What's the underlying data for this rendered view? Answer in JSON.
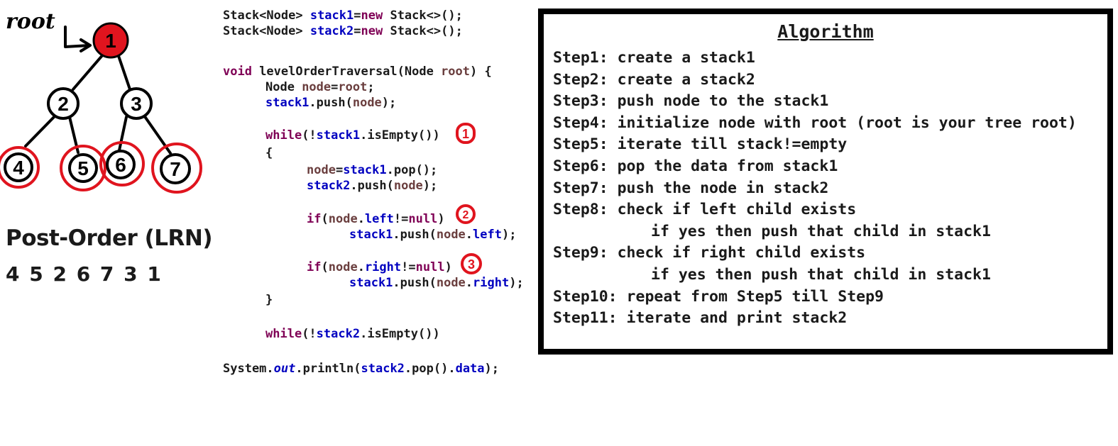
{
  "tree": {
    "root_annotation": "root",
    "nodes": [
      {
        "label": "1",
        "filled": true
      },
      {
        "label": "2",
        "filled": false
      },
      {
        "label": "3",
        "filled": false
      },
      {
        "label": "4",
        "filled": false
      },
      {
        "label": "5",
        "filled": false
      },
      {
        "label": "6",
        "filled": false
      },
      {
        "label": "7",
        "filled": false
      }
    ],
    "edges": [
      [
        "1",
        "2"
      ],
      [
        "1",
        "3"
      ],
      [
        "2",
        "4"
      ],
      [
        "2",
        "5"
      ],
      [
        "3",
        "6"
      ],
      [
        "3",
        "7"
      ]
    ],
    "colors": {
      "highlight": "#e0141e",
      "ink": "#000000"
    }
  },
  "traversal": {
    "title": "Post-Order (LRN)",
    "sequence": "4 5 2 6 7 3 1"
  },
  "code": {
    "markers": [
      "1",
      "2",
      "3"
    ]
  },
  "algorithm": {
    "title": "Algorithm",
    "steps": [
      {
        "text": "Step1: create a stack1",
        "sub": false
      },
      {
        "text": "Step2: create a stack2",
        "sub": false
      },
      {
        "text": "Step3: push node to the stack1",
        "sub": false
      },
      {
        "text": "Step4: initialize node with root (root is your tree root)",
        "sub": false
      },
      {
        "text": "Step5: iterate till stack!=empty",
        "sub": false
      },
      {
        "text": "Step6: pop the data from stack1",
        "sub": false
      },
      {
        "text": "Step7: push the node in stack2",
        "sub": false
      },
      {
        "text": "Step8: check if left child exists",
        "sub": false
      },
      {
        "text": "if yes then push that child in stack1",
        "sub": true
      },
      {
        "text": "Step9: check if right child exists",
        "sub": false
      },
      {
        "text": "if yes then push that child in stack1",
        "sub": true
      },
      {
        "text": "Step10: repeat from Step5 till Step9",
        "sub": false
      },
      {
        "text": "Step11: iterate and print stack2",
        "sub": false
      }
    ]
  }
}
